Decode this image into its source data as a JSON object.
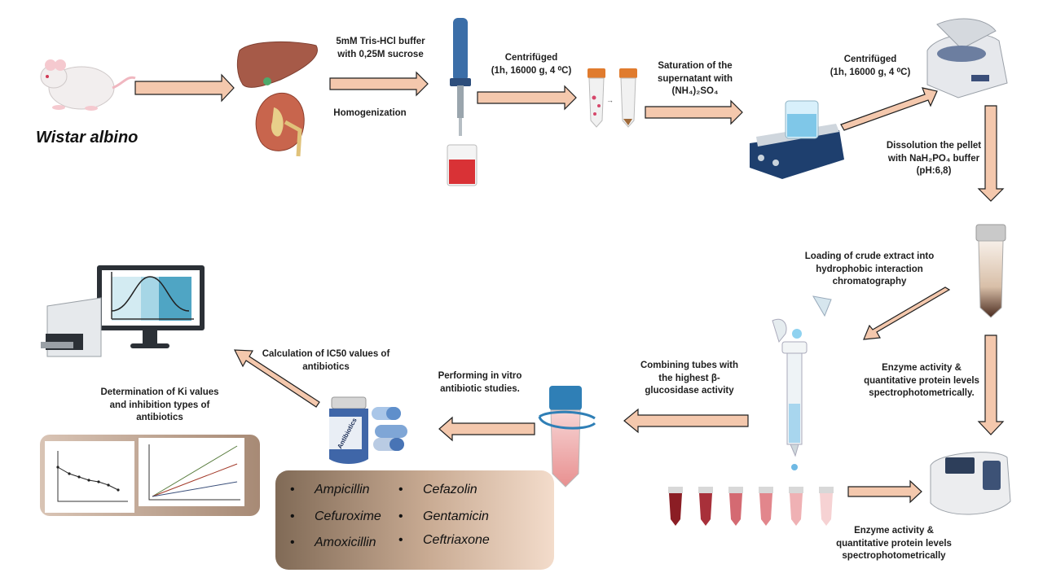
{
  "labels": {
    "wistar": "Wistar albino",
    "buffer": "5mM Tris-HCl buffer\nwith 0,25M sucrose",
    "homogenization": "Homogenization",
    "centrifuge1": "Centrifüged\n(1h, 16000 g, 4 ⁰C)",
    "saturation": "Saturation of the\nsupernatant with\n(NH₄)₂SO₄",
    "centrifuge2": "Centrifüged\n(1h, 16000 g, 4 ⁰C)",
    "dissolution": "Dissolution the pellet\nwith NaH₂PO₄ buffer\n(pH:6,8)",
    "loading": "Loading of crude extract into\nhydrophobic interaction\nchromatography",
    "enzyme1": "Enzyme activity &\nquantitative protein levels\nspectrophotometrically.",
    "enzyme2": "Enzyme activity &\nquantitative protein levels\nspectrophotometrically",
    "combining": "Combining tubes with\nthe highest β-\nglucosidase activity",
    "invitro": "Performing in vitro\nantibiotic studies.",
    "ic50": "Calculation of IC50 values of\nantibiotics",
    "ki": "Determination of Ki values\nand inhibition types of\nantibiotics",
    "bottle": "Antibiotics"
  },
  "antibiotics": [
    "Ampicillin",
    "Cefazolin",
    "Cefuroxime",
    "Gentamicin",
    "Amoxicillin",
    "Ceftriaxone"
  ],
  "colors": {
    "arrow_fill": "#f4c8ad",
    "arrow_stroke": "#1f1f1f",
    "liver": "#a65a48",
    "tube_cap": "#e07b2e"
  }
}
